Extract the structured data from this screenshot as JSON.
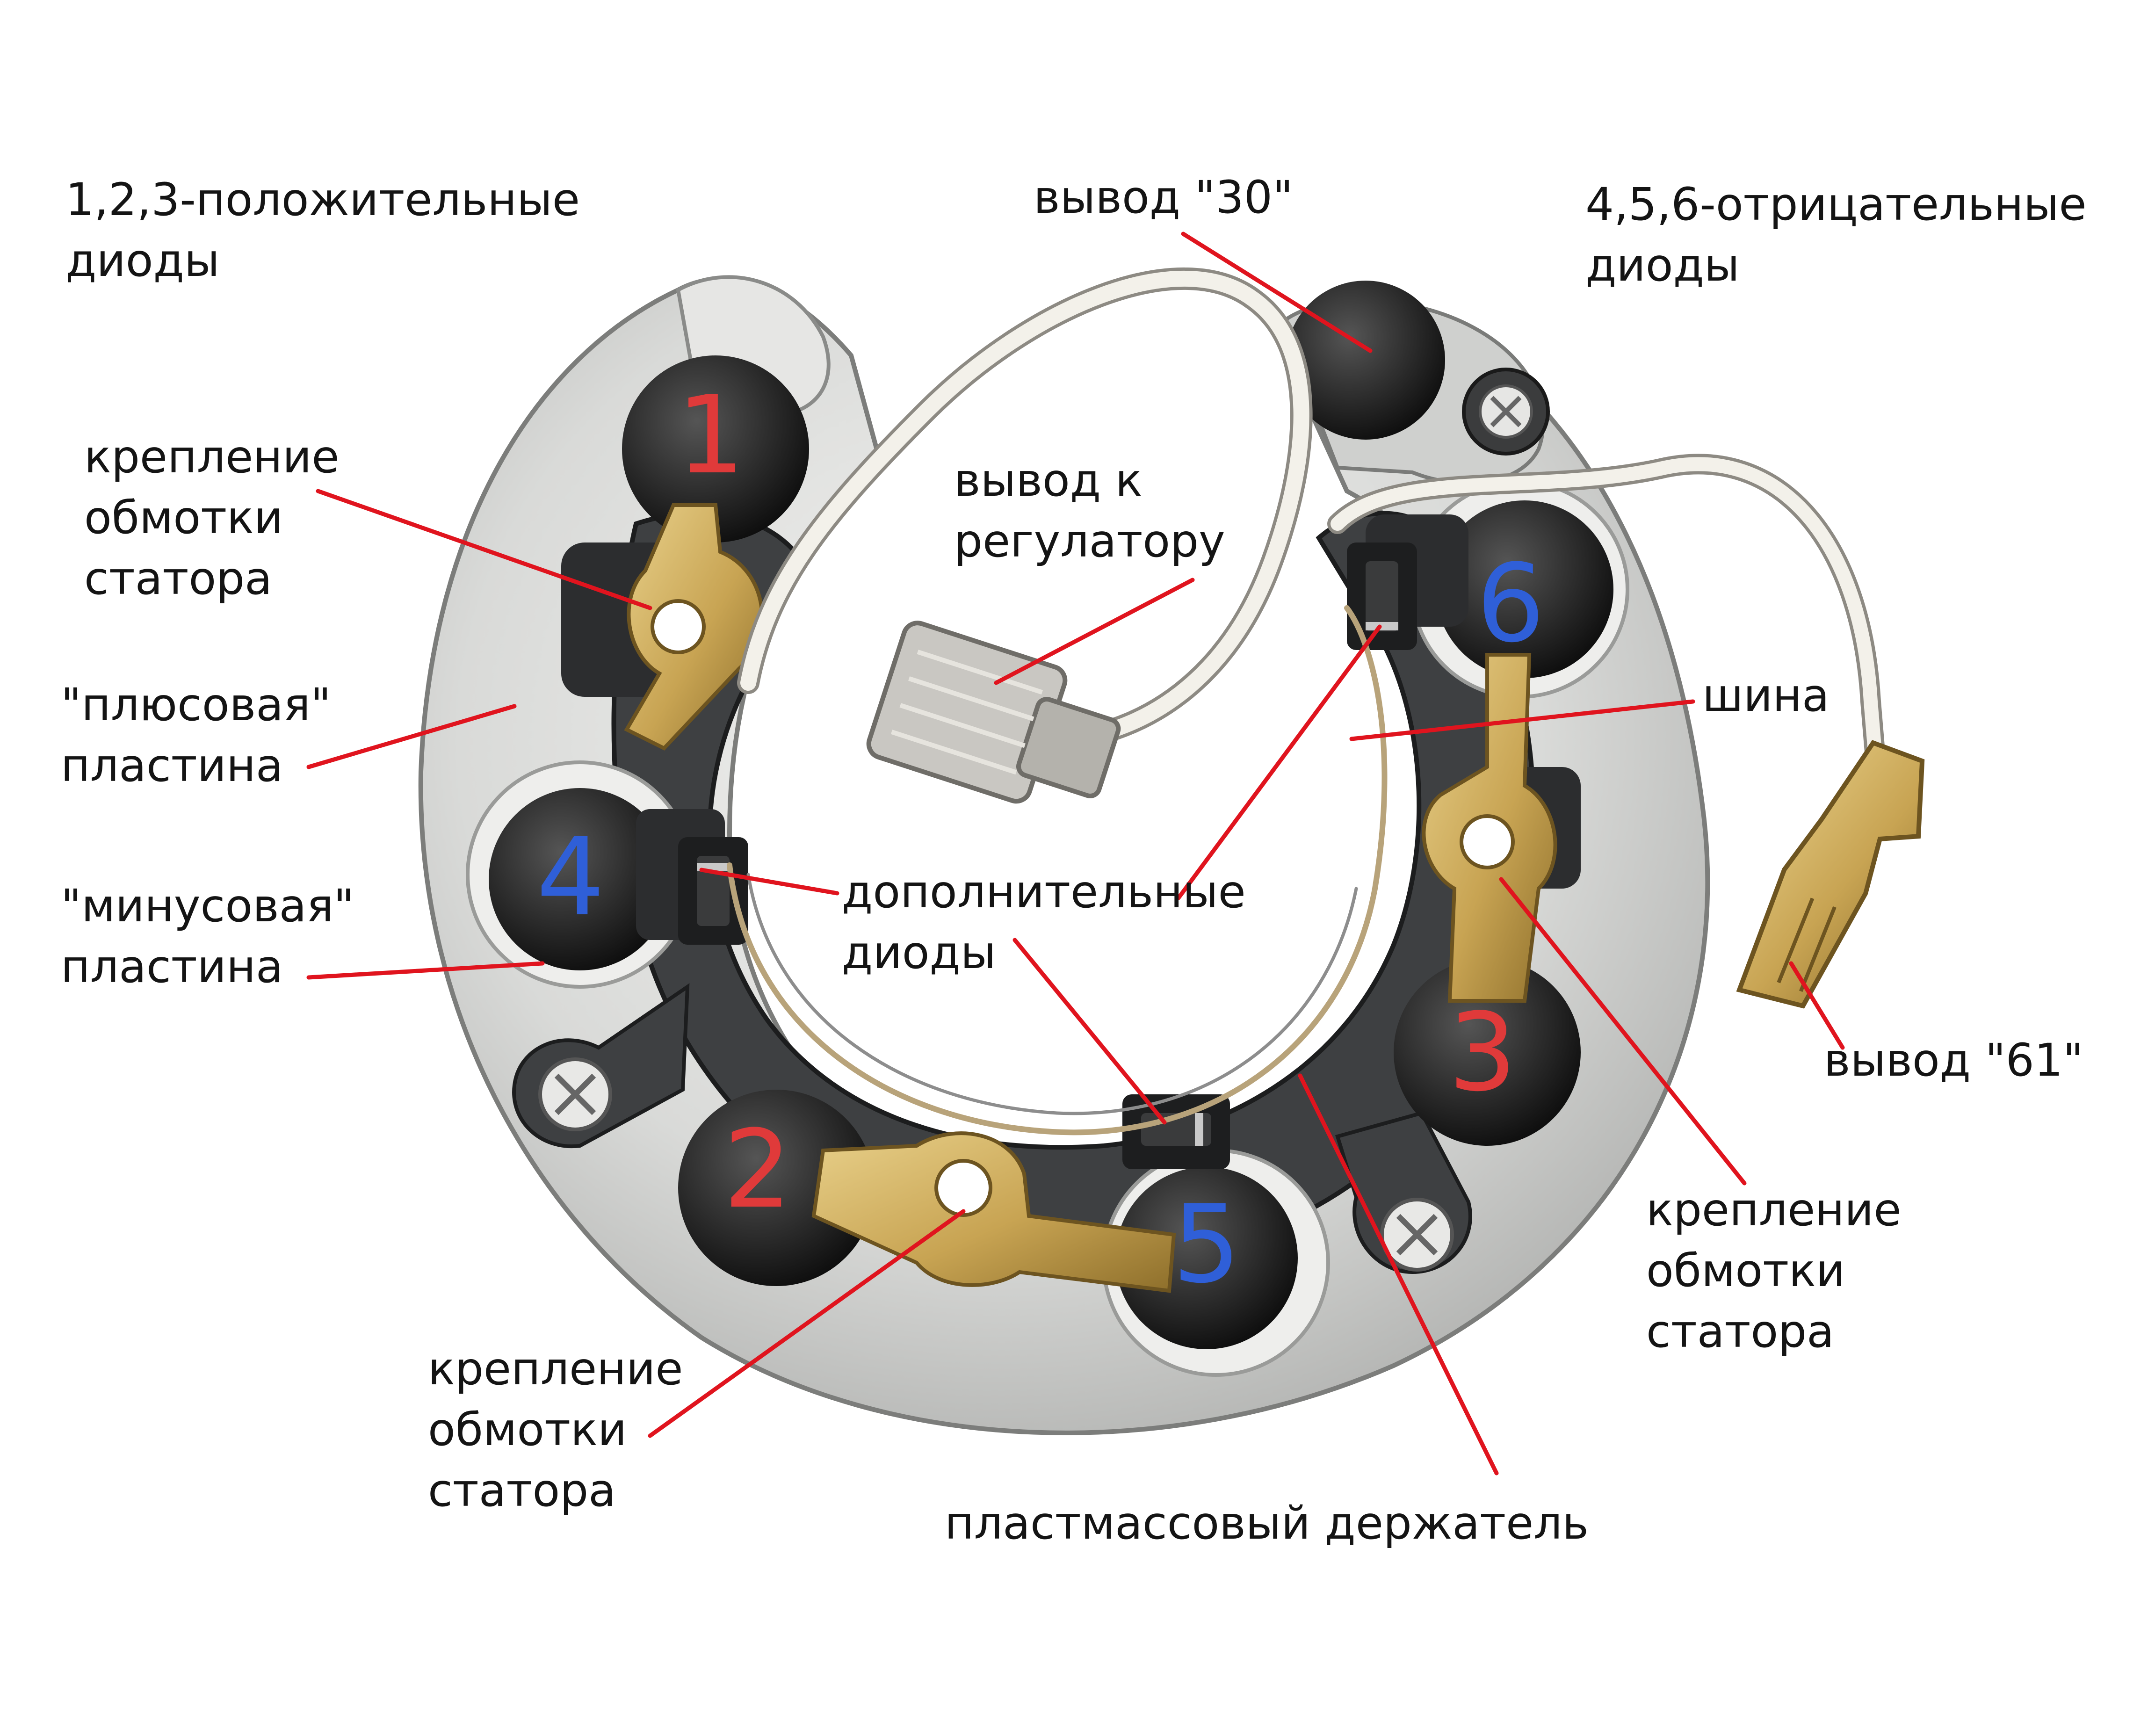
{
  "labels": {
    "positive_diodes": [
      "1,2,3-положительные",
      "диоды"
    ],
    "terminal_30": "вывод \"30\"",
    "negative_diodes": [
      "4,5,6-отрицательные",
      "диоды"
    ],
    "stator_mount_left": [
      "крепление",
      "обмотки",
      "статора"
    ],
    "regulator_lead": [
      "вывод к",
      "регулатору"
    ],
    "plus_plate": [
      "\"плюсовая\"",
      "пластина"
    ],
    "bus": "шина",
    "minus_plate": [
      "\"минусовая\"",
      "пластина"
    ],
    "extra_diodes": [
      "дополнительные",
      "диоды"
    ],
    "terminal_61": "вывод \"61\"",
    "stator_mount_right": [
      "крепление",
      "обмотки",
      "статора"
    ],
    "stator_mount_bottom": [
      "крепление",
      "обмотки",
      "статора"
    ],
    "plastic_holder": "пластмассовый держатель"
  },
  "diode_numbers": [
    "1",
    "2",
    "3",
    "4",
    "5",
    "6"
  ],
  "colors": {
    "leader": "#e0141e",
    "positive_number": "#e03a3a",
    "negative_number": "#2f5fd8",
    "text": "#141414"
  }
}
